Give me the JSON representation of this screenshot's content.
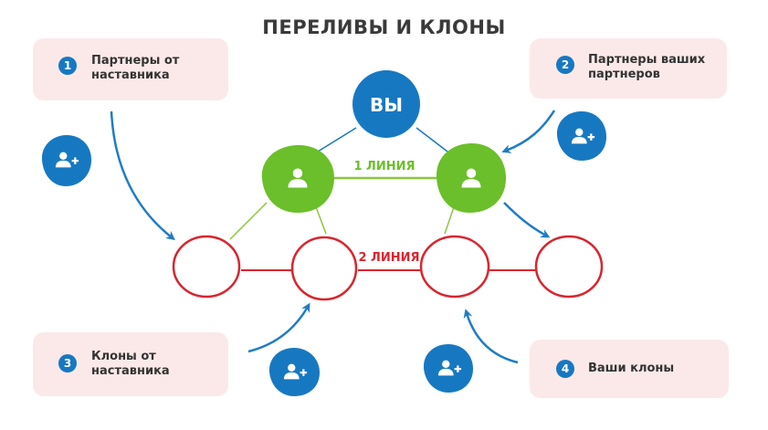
{
  "title": "ПЕРЕЛИВЫ И КЛОНЫ",
  "center_node": {
    "label": "ВЫ"
  },
  "lines": {
    "line1": "1 ЛИНИЯ",
    "line2": "2 ЛИНИЯ"
  },
  "cards": [
    {
      "number": "1",
      "line_a": "Партнеры от",
      "line_b": "наставника"
    },
    {
      "number": "2",
      "line_a": "Партнеры ваших",
      "line_b": "партнеров"
    },
    {
      "number": "3",
      "line_a": "Клоны от",
      "line_b": "наставника"
    },
    {
      "number": "4",
      "line_a": "Ваши клоны",
      "line_b": ""
    }
  ],
  "icons": {
    "add_user": "add-user-icon",
    "user": "user-icon"
  },
  "colors": {
    "blue": "#1778c2",
    "green": "#6bbf2a",
    "green_line": "#8cc63f",
    "red": "#d9252f",
    "card_bg": "#fbe9e9",
    "arrow_blue": "#1f7cc4"
  }
}
